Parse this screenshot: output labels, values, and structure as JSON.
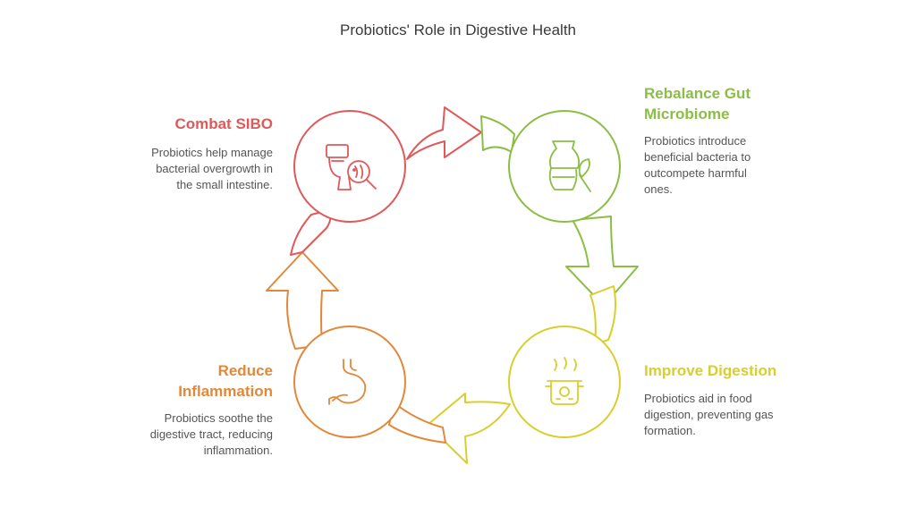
{
  "title": "Probiotics' Role in Digestive Health",
  "colors": {
    "red": "#e0595a",
    "green": "#8bbe45",
    "yellow": "#d8cf2c",
    "orange": "#e2883a",
    "text": "#555555"
  },
  "blocks": {
    "sibo": {
      "heading": "Combat SIBO",
      "lines": [
        "Probiotics help manage",
        "bacterial overgrowth in",
        "the small intestine."
      ],
      "icon": "toilet-microbe-magnifier-icon"
    },
    "rebalance": {
      "heading_lines": [
        "Rebalance Gut",
        "Microbiome"
      ],
      "lines": [
        "Probiotics introduce",
        "beneficial bacteria to",
        "outcompete harmful",
        "ones."
      ],
      "icon": "jar-leaf-icon"
    },
    "digestion": {
      "heading": "Improve Digestion",
      "lines": [
        "Probiotics aid in food",
        "digestion, preventing gas",
        "formation."
      ],
      "icon": "steaming-pot-icon"
    },
    "inflammation": {
      "heading_lines": [
        "Reduce",
        "Inflammation"
      ],
      "lines": [
        "Probiotics soothe the",
        "digestive tract, reducing",
        "inflammation."
      ],
      "icon": "stomach-icon"
    }
  }
}
